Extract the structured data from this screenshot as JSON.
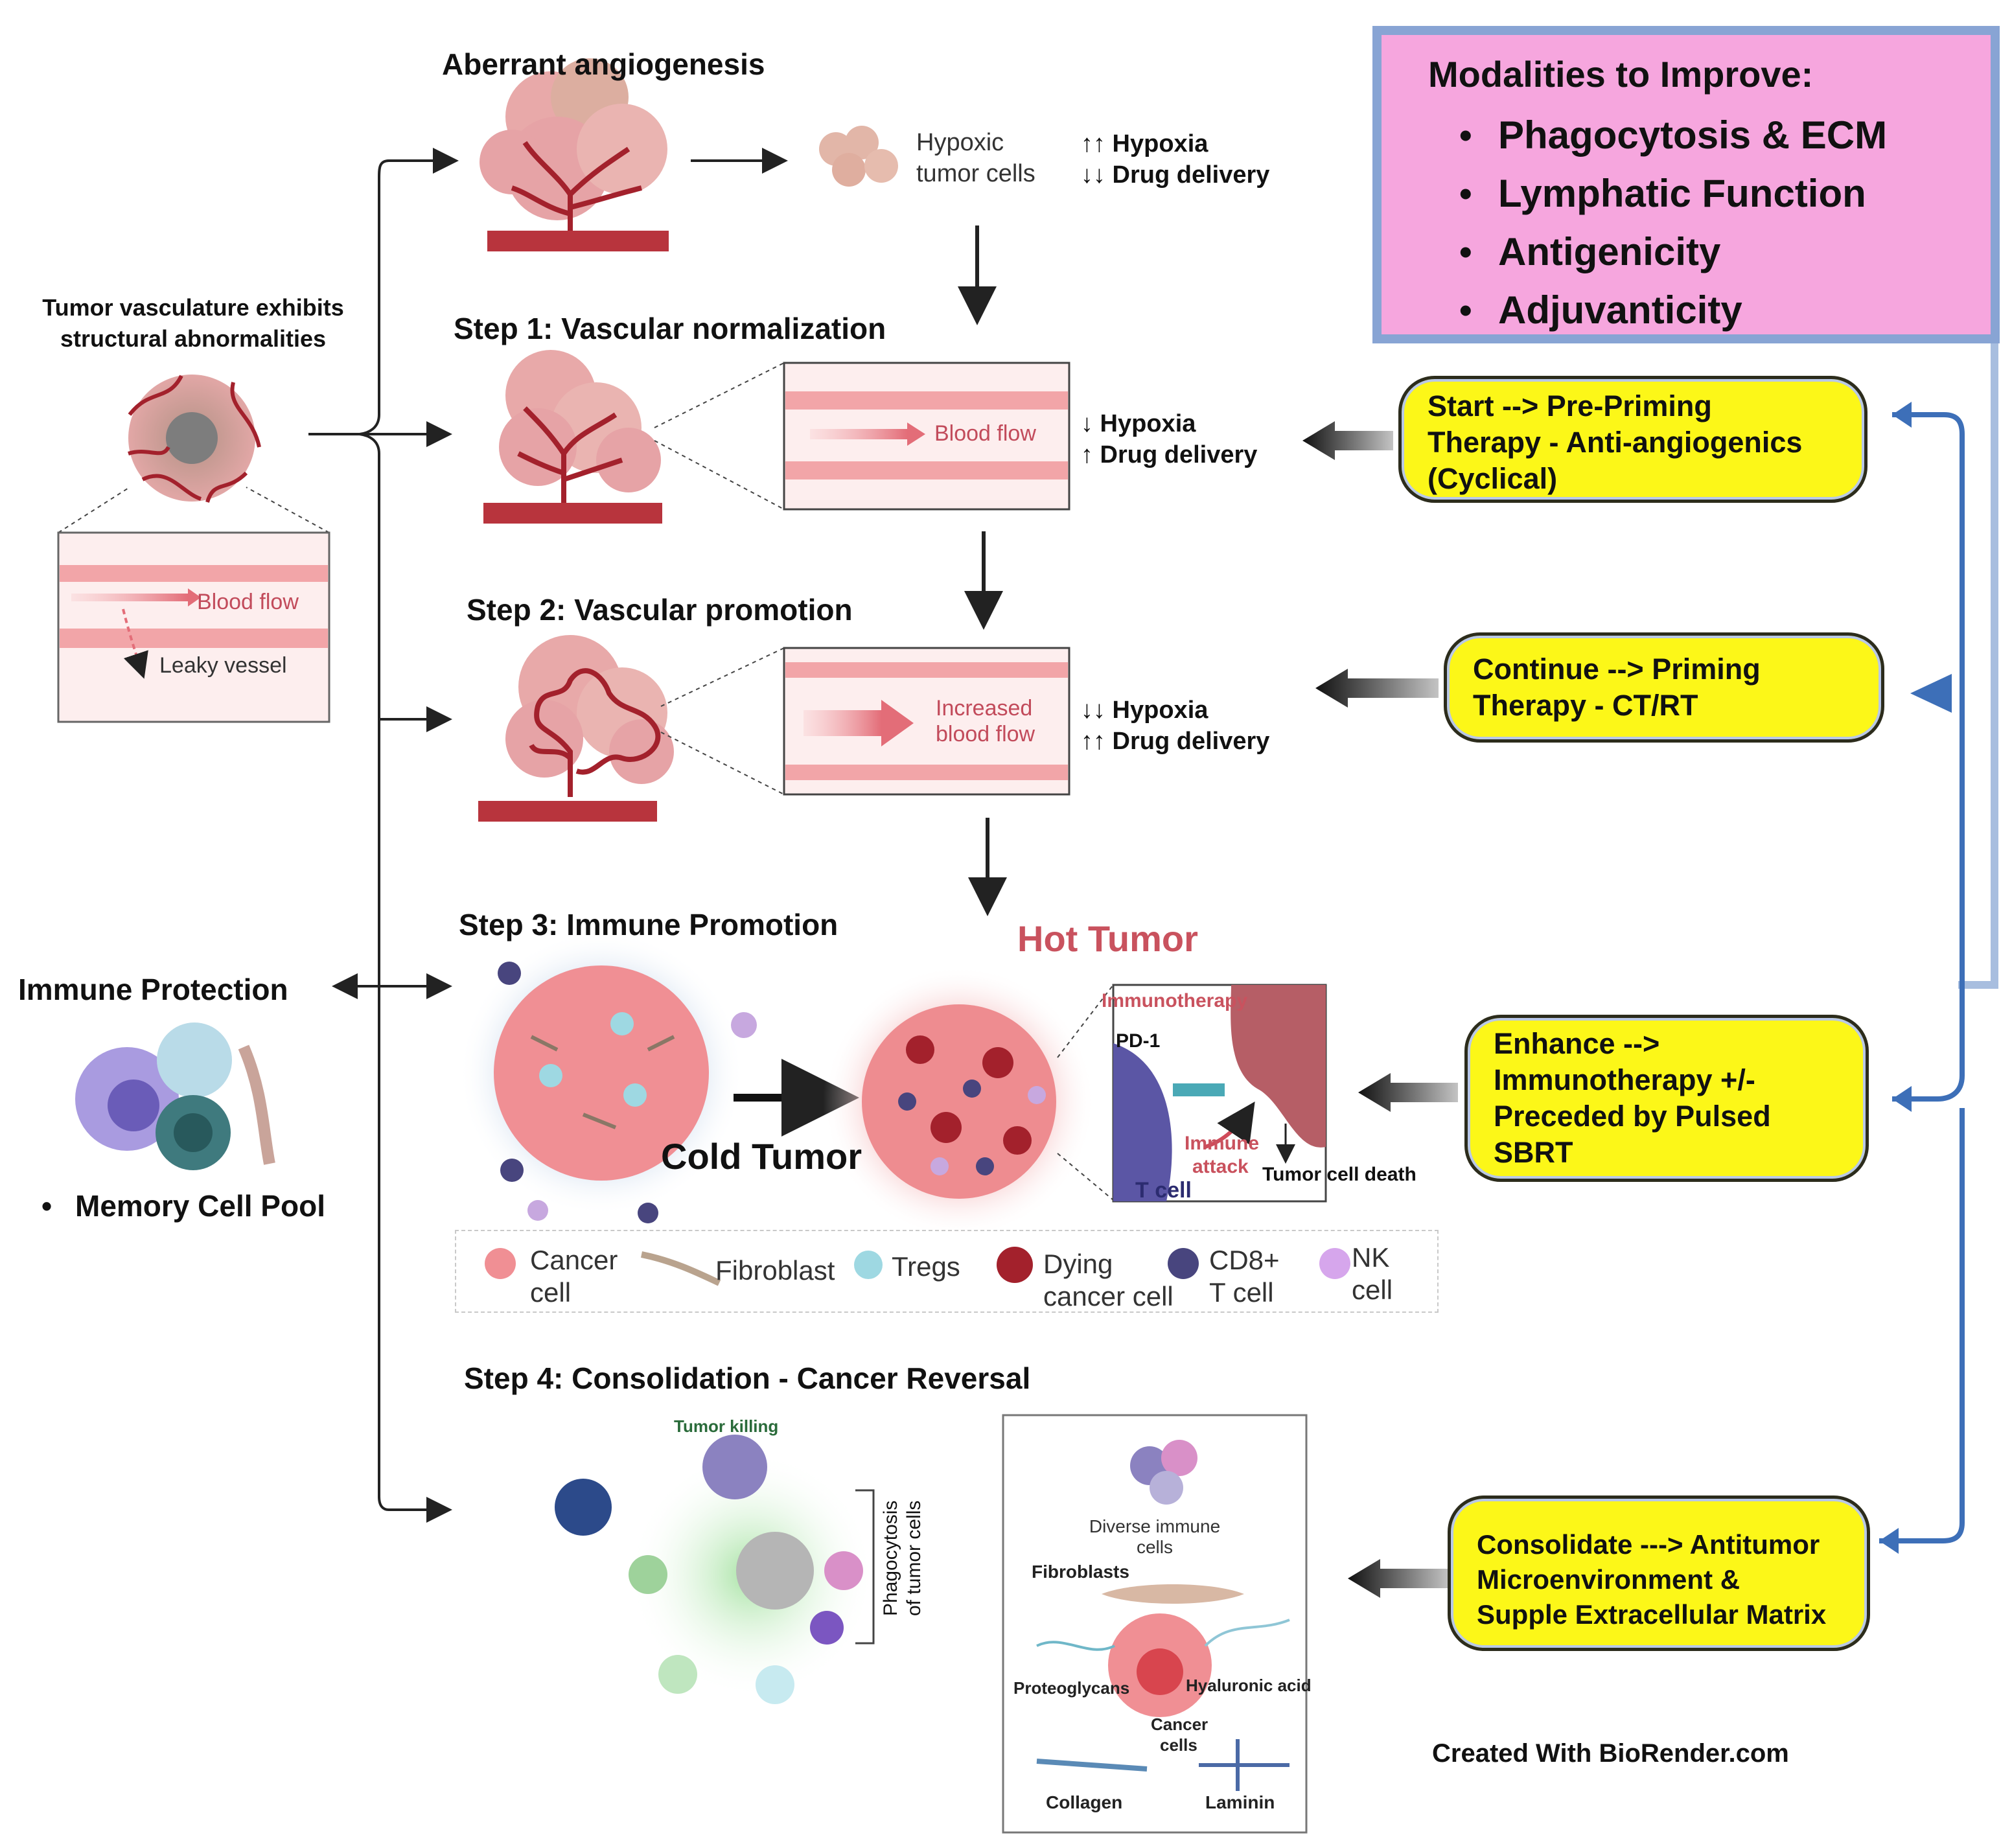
{
  "modalities": {
    "title": "Modalities to Improve:",
    "items": [
      "Phagocytosis & ECM",
      "Lymphatic Function",
      "Antigenicity",
      "Adjuvanticity"
    ]
  },
  "left": {
    "vasculature_title_line1": "Tumor vasculature exhibits",
    "vasculature_title_line2": "structural abnormalities",
    "blood_flow": "Blood flow",
    "leaky_vessel": "Leaky vessel",
    "immune_protection": "Immune Protection",
    "memory_cell_pool": "Memory Cell Pool"
  },
  "angiogenesis": {
    "title": "Aberrant angiogenesis",
    "hypoxic_line1": "Hypoxic",
    "hypoxic_line2": "tumor cells",
    "hypoxia": "↑↑ Hypoxia",
    "drug": "↓↓ Drug delivery"
  },
  "step1": {
    "title": "Step 1: Vascular normalization",
    "blood_flow": "Blood flow",
    "hypoxia": "↓ Hypoxia",
    "drug": "↑ Drug delivery"
  },
  "step2": {
    "title": "Step 2: Vascular promotion",
    "flow_line1": "Increased",
    "flow_line2": "blood flow",
    "hypoxia": "↓↓ Hypoxia",
    "drug": "↑↑ Drug delivery"
  },
  "step3": {
    "title": "Step 3: Immune Promotion",
    "hot": "Hot Tumor",
    "cold": "Cold Tumor",
    "immunotherapy": "Immunotherapy",
    "pd1": "PD-1",
    "immune_line1": "Immune",
    "immune_line2": "attack",
    "death": "Tumor cell death",
    "tcell": "T cell"
  },
  "legend": {
    "cancer_line1": "Cancer",
    "cancer_line2": "cell",
    "fibroblast": "Fibroblast",
    "tregs": "Tregs",
    "dying_line1": "Dying",
    "dying_line2": "cancer cell",
    "cd8_line1": "CD8+",
    "cd8_line2": "T cell",
    "nk_line1": "NK",
    "nk_line2": "cell"
  },
  "step4": {
    "title": "Step 4: Consolidation - Cancer Reversal",
    "tumor_killing": "Tumor killing",
    "phago_line1": "Phagocytosis",
    "phago_line2": "of tumor cells",
    "diverse_line1": "Diverse immune",
    "diverse_line2": "cells",
    "fibroblasts": "Fibroblasts",
    "proteoglycans": "Proteoglycans",
    "hyaluronic": "Hyaluronic acid",
    "cancer_line1": "Cancer",
    "cancer_line2": "cells",
    "collagen": "Collagen",
    "laminin": "Laminin"
  },
  "therapies": {
    "start": [
      "Start --> Pre-Priming",
      "Therapy - Anti-angiogenics",
      "(Cyclical)"
    ],
    "continue": [
      "Continue --> Priming",
      "Therapy - CT/RT"
    ],
    "enhance": [
      "Enhance -->",
      "Immunotherapy +/-",
      "Preceded by Pulsed",
      "SBRT"
    ],
    "consolidate": [
      "Consolidate ---> Antitumor",
      "Microenvironment &",
      "Supple Extracellular Matrix"
    ]
  },
  "credit": "Created With BioRender.com",
  "colors": {
    "yellow": "#fcf718",
    "magenta": "#f6a6de",
    "blue_arrow": "#3d6fb8",
    "hot_tumor": "#c9525e",
    "vessel": "#b8343d"
  }
}
